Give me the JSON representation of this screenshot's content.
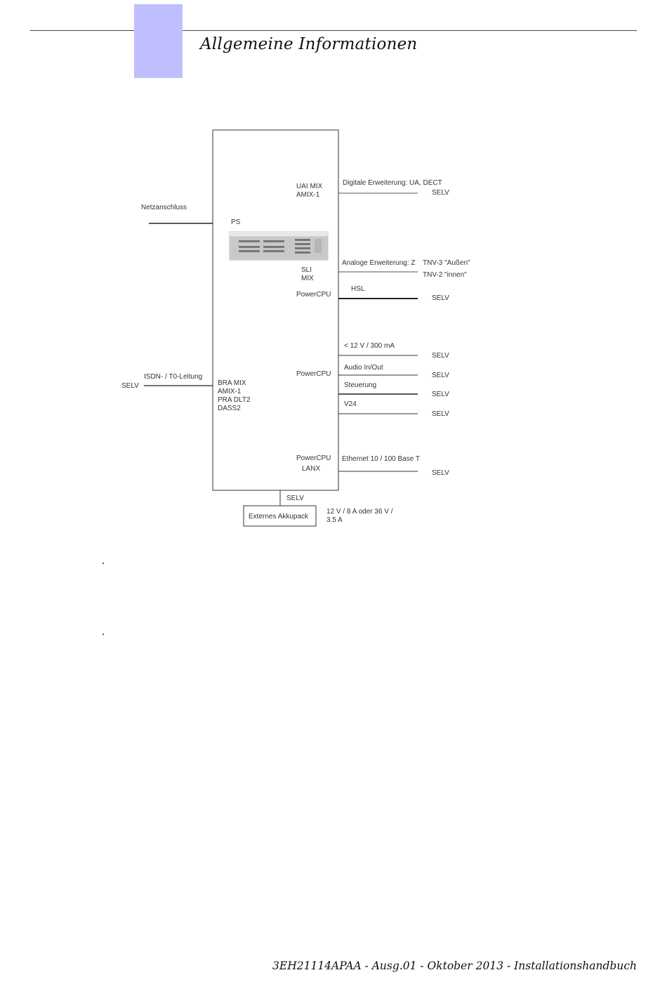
{
  "header": {
    "title": "Allgemeine Informationen"
  },
  "footer": {
    "text": "3EH21114APAA - Ausg.01 - Oktober 2013 - Installationshandbuch"
  },
  "diagram": {
    "left": {
      "netzanschluss": "Netzanschluss",
      "isdn": "ISDN- / T0-Leitung",
      "selv": "SELV"
    },
    "internal": {
      "ps": "PS",
      "uai_mix": "UAI MIX",
      "amix1_top": "AMIX-1",
      "sli": "SLI",
      "mix": "MIX",
      "powercpu_1": "PowerCPU",
      "powercpu_2": "PowerCPU",
      "powercpu_3": "PowerCPU",
      "lanx": "LANX",
      "bra_mix": "BRA MIX",
      "amix1_bottom": "AMIX-1",
      "pra_dlt2": "PRA DLT2",
      "dass2": "DASS2"
    },
    "right": {
      "digitale": "Digitale Erweiterung: UA, DECT",
      "analoge": "Analoge Erweiterung: Z",
      "tnv3": "TNV-3 \"Außen\"",
      "tnv2": "TNV-2 \"innen\"",
      "hsl": "HSL",
      "v12": "< 12 V / 300 mA",
      "audio": "Audio In/Out",
      "steuerung": "Steuerung",
      "v24": "V24",
      "ethernet": "Ethernet 10 / 100 Base T",
      "selv": "SELV"
    },
    "bottom": {
      "selv": "SELV",
      "akkupack": "Externes Akkupack",
      "spec_line1": "12 V / 8 A oder 36 V /",
      "spec_line2": "3.5 A"
    }
  }
}
